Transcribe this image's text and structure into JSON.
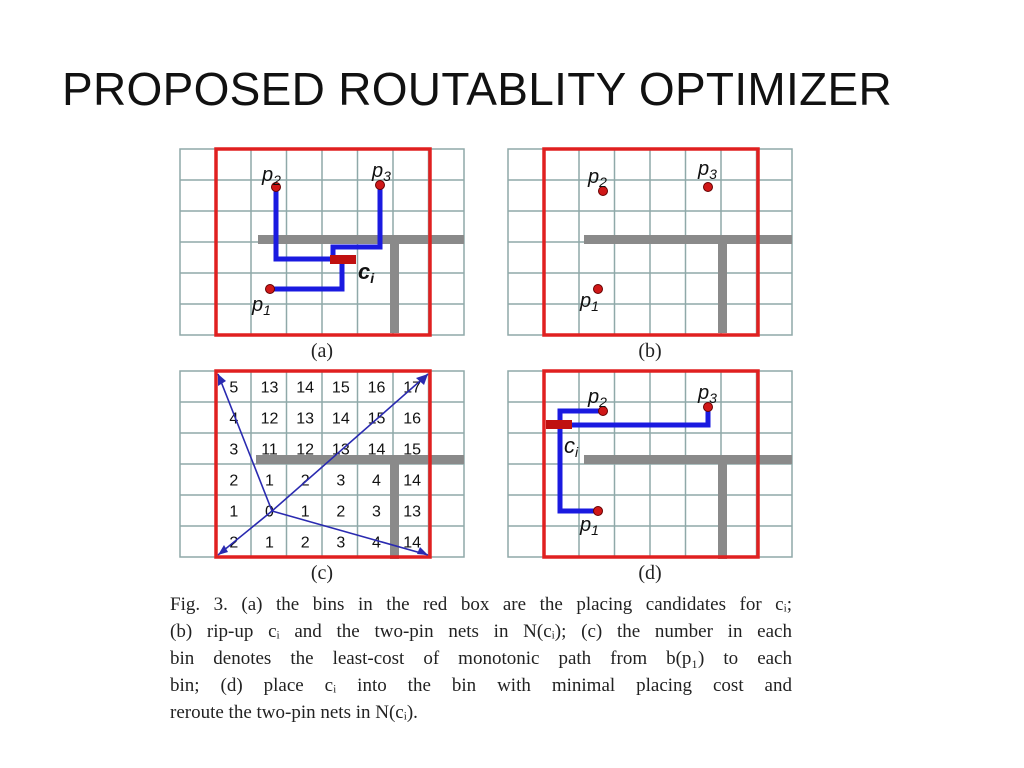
{
  "slide": {
    "title": "PROPOSED ROUTABLITY OPTIMIZER"
  },
  "colors": {
    "grid": "#8fa9a9",
    "red_box": "#e02020",
    "wire": "#1a1ae0",
    "obstacle": "#8a8a8a",
    "cell_red": "#c01010",
    "pin": "#d01818",
    "arrow": "#2a2ab0"
  },
  "panels": {
    "a": {
      "label": "(a)",
      "pins": [
        {
          "name": "p",
          "sub": "2"
        },
        {
          "name": "p",
          "sub": "3"
        },
        {
          "name": "p",
          "sub": "1"
        }
      ],
      "cell": {
        "name": "c",
        "sub": "i"
      }
    },
    "b": {
      "label": "(b)",
      "pins": [
        {
          "name": "p",
          "sub": "2"
        },
        {
          "name": "p",
          "sub": "3"
        },
        {
          "name": "p",
          "sub": "1"
        }
      ]
    },
    "c": {
      "label": "(c)",
      "cost_grid": [
        [
          "5",
          "13",
          "14",
          "15",
          "16",
          "17"
        ],
        [
          "4",
          "12",
          "13",
          "14",
          "15",
          "16"
        ],
        [
          "3",
          "11",
          "12",
          "13",
          "14",
          "15"
        ],
        [
          "2",
          "1",
          "2",
          "3",
          "4",
          "14"
        ],
        [
          "1",
          "0",
          "1",
          "2",
          "3",
          "13"
        ],
        [
          "2",
          "1",
          "2",
          "3",
          "4",
          "14"
        ]
      ]
    },
    "d": {
      "label": "(d)",
      "pins": [
        {
          "name": "p",
          "sub": "2"
        },
        {
          "name": "p",
          "sub": "3"
        },
        {
          "name": "p",
          "sub": "1"
        }
      ],
      "cell": {
        "name": "c",
        "sub": "i"
      }
    }
  },
  "caption": {
    "lines": [
      "Fig. 3. (a) the bins in the red box are the placing candidates for cᵢ;",
      "(b) rip-up cᵢ and the two-pin nets in N(cᵢ); (c) the number in each",
      "bin denotes the least-cost of monotonic path from b(p₁) to each",
      "bin; (d) place cᵢ into the bin with minimal placing cost and",
      "reroute the two-pin nets in N(cᵢ)."
    ]
  }
}
